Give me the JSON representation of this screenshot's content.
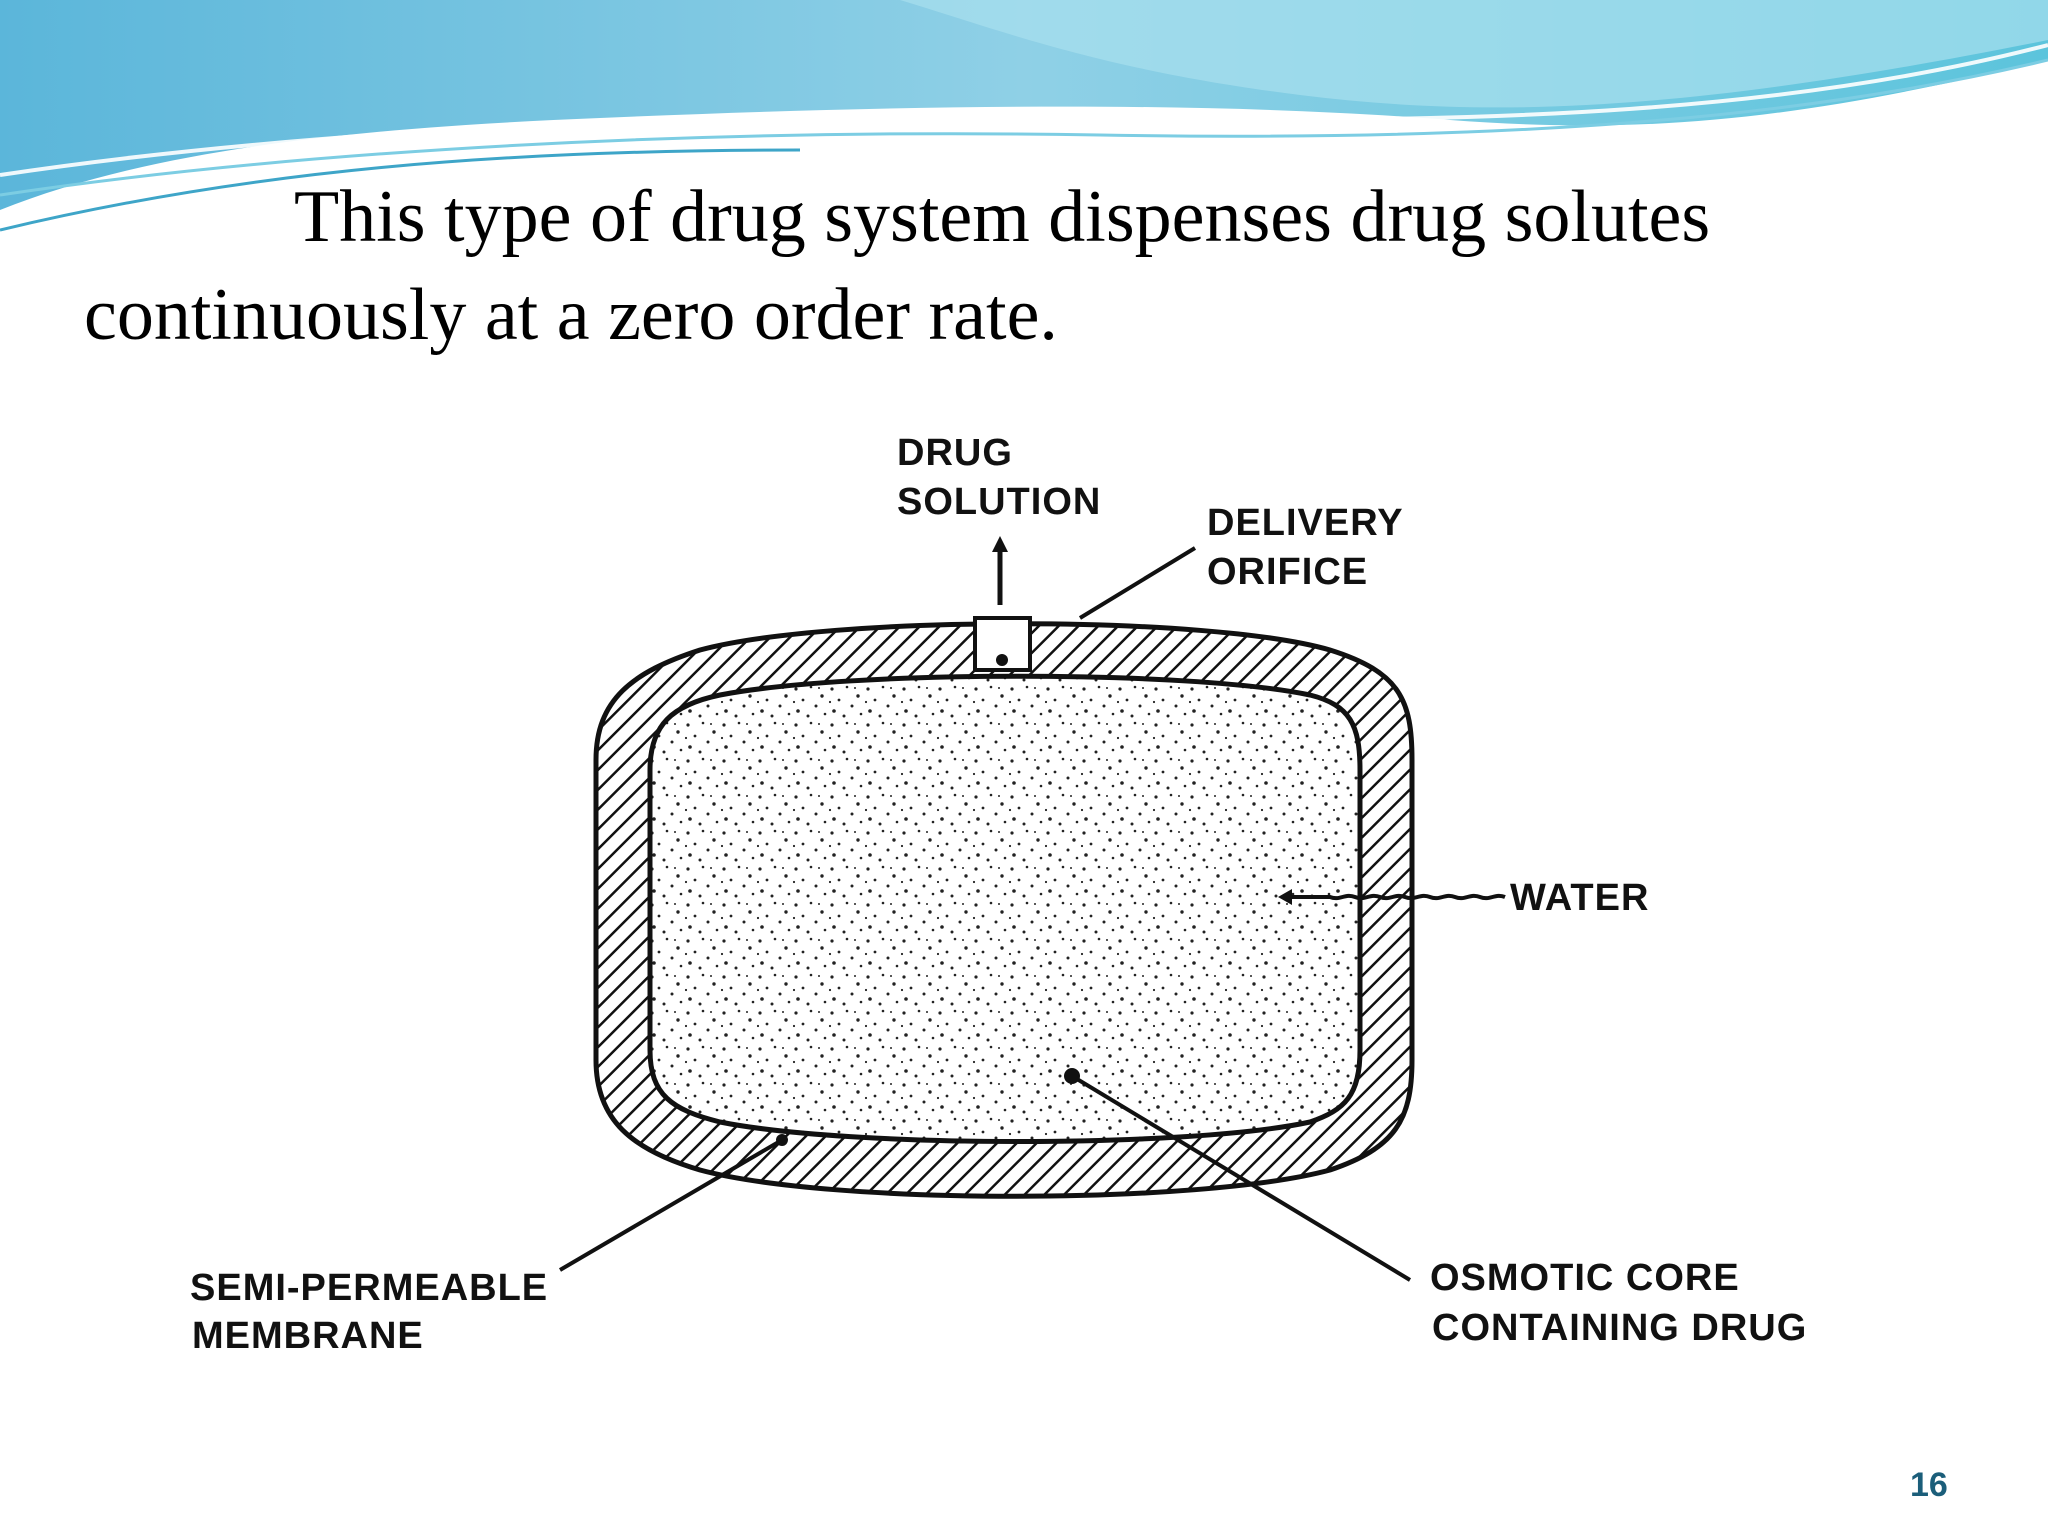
{
  "slide": {
    "body_text": {
      "line1": "This type of drug system dispenses drug solutes",
      "line2": "continuously at a zero order rate."
    },
    "page_number": "16"
  },
  "diagram": {
    "labels": {
      "drug_solution": [
        "DRUG",
        "SOLUTION"
      ],
      "delivery_orifice": [
        "DELIVERY",
        "ORIFICE"
      ],
      "water": "WATER",
      "semi_permeable_membrane": [
        "SEMI-PERMEABLE",
        "MEMBRANE"
      ],
      "osmotic_core": [
        "OSMOTIC CORE",
        "CONTAINING DRUG"
      ]
    }
  },
  "colors": {
    "wave_dark": "#4fb4d6",
    "wave_light": "#9fdce9",
    "page_number": "#1b5e7a",
    "ink": "#111111"
  }
}
